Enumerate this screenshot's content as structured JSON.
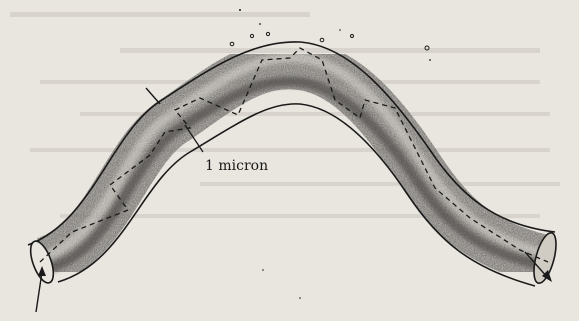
{
  "figure": {
    "scale_label": "1 micron",
    "colors": {
      "paper": "#e9e6df",
      "ink": "#1a1a1a",
      "tube_shading": "#8a8784",
      "tube_core": "#3c3a38",
      "bleed_text": "#b9b5ae"
    },
    "elements": [
      "curved-tube",
      "path-zigzag",
      "entry-arrow",
      "exit-arrow",
      "scale-pointer",
      "debris-particles"
    ]
  }
}
